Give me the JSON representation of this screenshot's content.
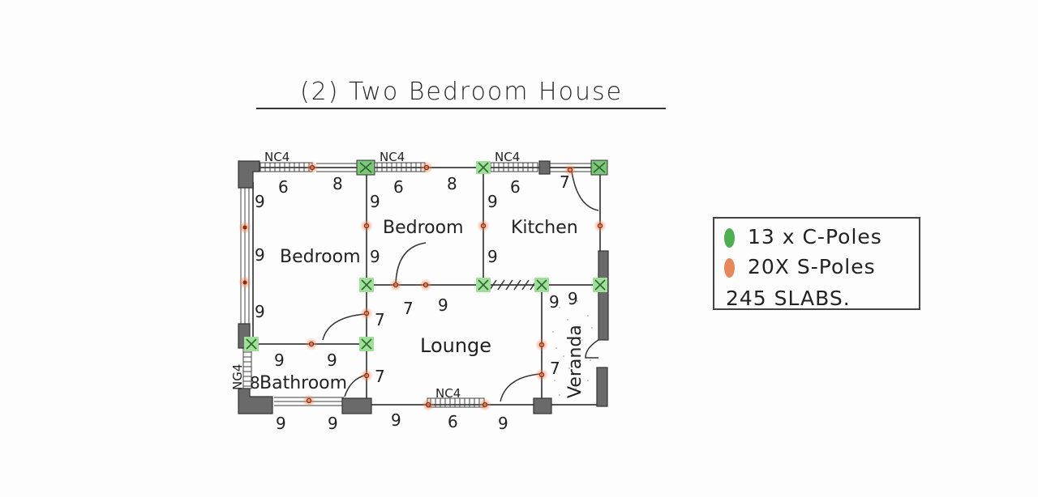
{
  "title": "(2) Two Bedroom House",
  "colors": {
    "background": "#fdfdfd",
    "wall": "#555555",
    "column_fill": "#6a6a6a",
    "c_pole": "#4caf50",
    "c_pole_fill": "#8fd08a",
    "s_pole": "#e8875a",
    "s_pole_core": "#8a2a10"
  },
  "rooms": [
    {
      "name": "Bedroom",
      "id": "bedroom-1"
    },
    {
      "name": "Bedroom",
      "id": "bedroom-2"
    },
    {
      "name": "Kitchen",
      "id": "kitchen"
    },
    {
      "name": "Lounge",
      "id": "lounge"
    },
    {
      "name": "Bathroom",
      "id": "bathroom"
    },
    {
      "name": "Veranda",
      "id": "veranda"
    }
  ],
  "window_labels": {
    "top_left": "NC4",
    "top_middle": "NC4",
    "top_right": "NC4",
    "bottom_lounge": "NC4",
    "bathroom_side": "NG4"
  },
  "dimensions": {
    "bed1_top_a": "6",
    "bed1_top_b": "8",
    "bed1_left_a": "9",
    "bed1_left_b": "9",
    "bed1_left_c": "9",
    "bed2_top_a": "6",
    "bed2_top_b": "8",
    "bed2_left_a": "9",
    "bed2_left_b": "9",
    "kitchen_top_a": "6",
    "kitchen_top_b": "7",
    "kitchen_left_a": "9",
    "kitchen_left_b": "9",
    "lounge_top_a": "7",
    "lounge_top_b": "9",
    "lounge_left_a": "7",
    "lounge_left_b": "7",
    "lounge_right_a": "7",
    "lounge_bottom_a": "9",
    "lounge_bottom_b": "6",
    "lounge_bottom_c": "9",
    "bath_top_a": "9",
    "bath_top_b": "9",
    "bath_left": "8",
    "bath_bottom_a": "9",
    "bath_bottom_b": "9",
    "veranda_a": "9",
    "veranda_b": "9"
  },
  "legend": {
    "c_poles": "13 x C-Poles",
    "s_poles": "20X S-Poles",
    "slabs": "245 SLABS."
  }
}
